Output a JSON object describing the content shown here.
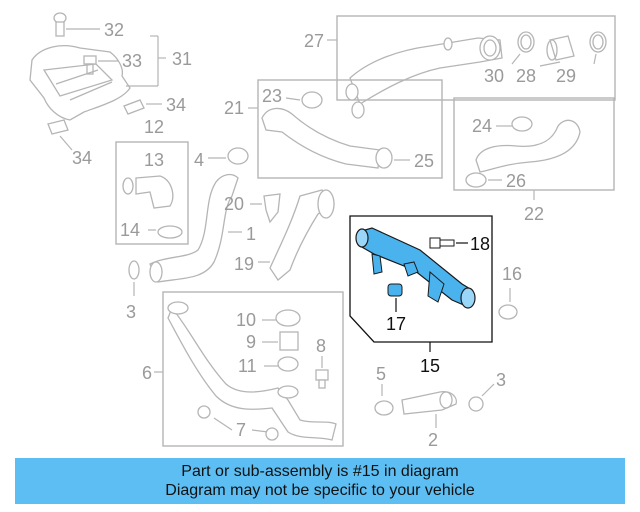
{
  "labels": {
    "l32": "32",
    "l33": "33",
    "l31": "31",
    "l34a": "34",
    "l34b": "34",
    "l12": "12",
    "l27": "27",
    "l30": "30",
    "l28": "28",
    "l29": "29",
    "l21": "21",
    "l23": "23",
    "l25": "25",
    "l24": "24",
    "l26": "26",
    "l22": "22",
    "l13": "13",
    "l4": "4",
    "l14": "14",
    "l20": "20",
    "l1": "1",
    "l19": "19",
    "l18": "18",
    "l17": "17",
    "l15": "15",
    "l3a": "3",
    "l16": "16",
    "l6": "6",
    "l10": "10",
    "l9": "9",
    "l11": "11",
    "l8": "8",
    "l7": "7",
    "l5": "5",
    "l3b": "3",
    "l2": "2"
  },
  "banner": {
    "line1": "Part or sub-assembly is #15 in diagram",
    "line2": "Diagram may not be specific to your vehicle"
  },
  "colors": {
    "highlight": "#4ab3ee",
    "banner": "#5cbef3",
    "grey": "#b5b5b5"
  }
}
